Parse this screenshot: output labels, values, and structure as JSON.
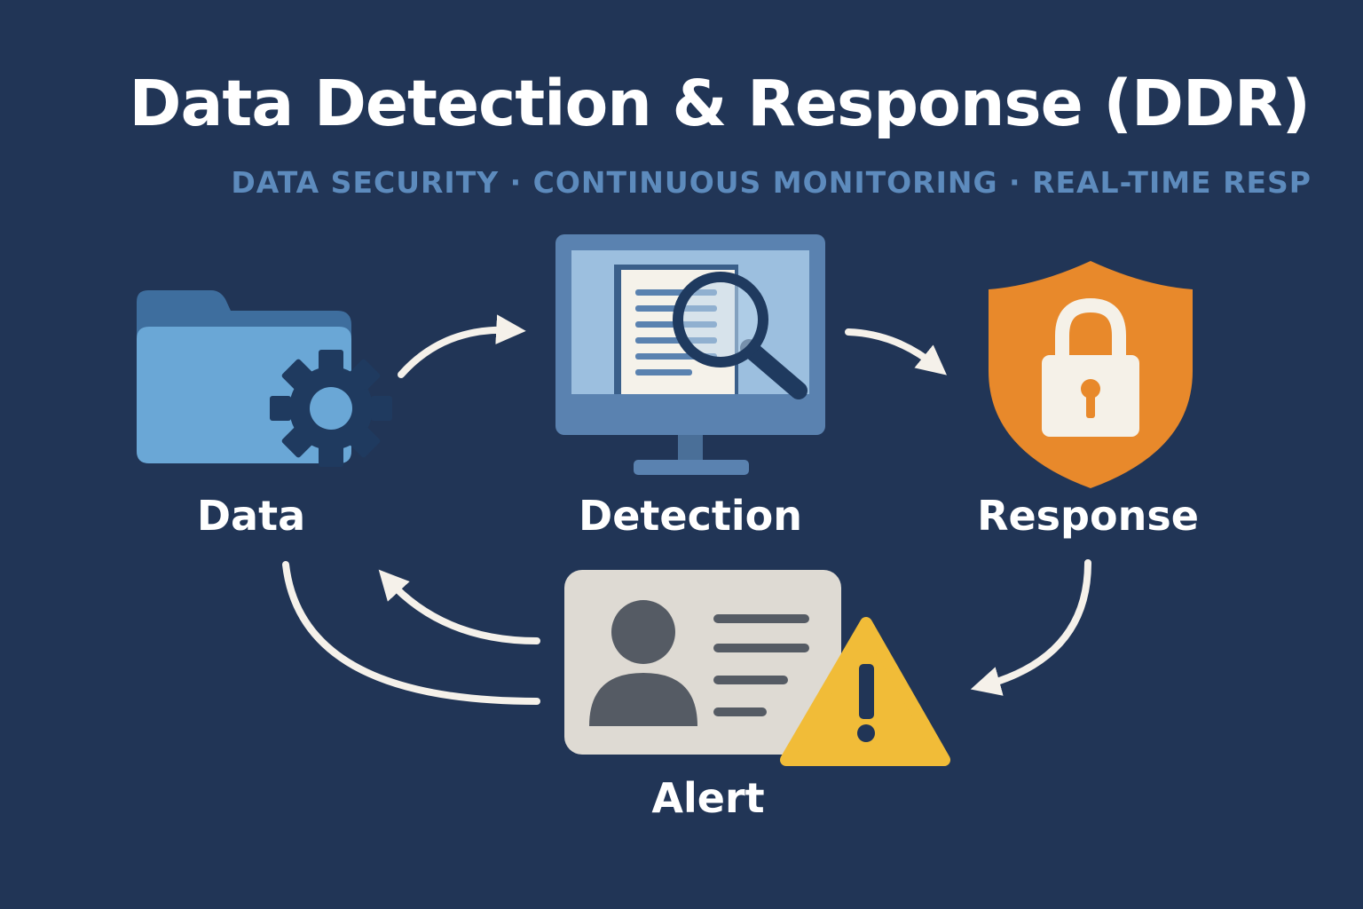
{
  "header": {
    "title": "Data Detection & Response (DDR)",
    "subtitle": "DATA SECURITY · CONTINUOUS MONITORING · REAL-TIME RESP"
  },
  "stages": {
    "data": {
      "label": "Data",
      "icon": "folder-gear-icon"
    },
    "detection": {
      "label": "Detection",
      "icon": "monitor-magnifier-icon"
    },
    "response": {
      "label": "Response",
      "icon": "shield-lock-icon"
    },
    "alert": {
      "label": "Alert",
      "icon": "id-card-warning-icon"
    }
  },
  "colors": {
    "background": "#213556",
    "title": "#ffffff",
    "subtitle": "#5d8bbd",
    "folder": "#6aa7d6",
    "gear": "#1f3a5f",
    "monitor": "#5a82b0",
    "shield": "#e8892b",
    "lock": "#f5f1e8",
    "card": "#dedad3",
    "warning": "#f1bc38",
    "arrow": "#f5f1ea"
  }
}
